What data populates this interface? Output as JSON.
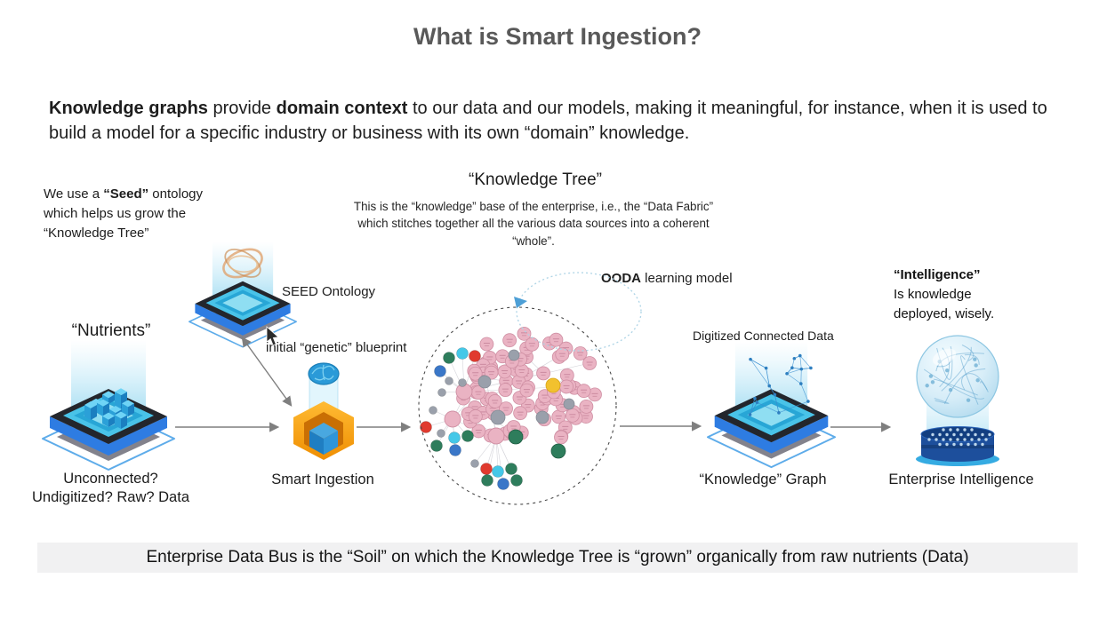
{
  "title": "What is Smart Ingestion?",
  "intro": {
    "b1": "Knowledge graphs",
    "t1": " provide ",
    "b2": "domain context",
    "t2": " to our data and our models, making it meaningful, for instance, when it is used to build a model for a specific industry or business with its own “domain” knowledge."
  },
  "seed_note": {
    "t1": "We use a ",
    "b1": "“Seed”",
    "t2": " ontology which helps us grow the “Knowledge Tree”"
  },
  "knowledge_tree": {
    "heading": "“Knowledge Tree”",
    "description": "This is the “knowledge” base of the enterprise, i.e., the “Data Fabric” which stitches together all the various data sources into a coherent “whole”."
  },
  "labels": {
    "seed_ontology": "SEED Ontology",
    "genetic_blueprint": "initial “genetic” blueprint",
    "ooda_bold": "OODA",
    "ooda_rest": " learning model",
    "digitized": "Digitized Connected Data",
    "nutrients": "“Nutrients”",
    "intelligence_bold": "“Intelligence”",
    "intelligence_l2": "Is knowledge",
    "intelligence_l3": "deployed, wisely."
  },
  "captions": {
    "raw_data_l1": "Unconnected?",
    "raw_data_l2": "Undigitized? Raw? Data",
    "smart_ingestion": "Smart Ingestion",
    "knowledge_graph": "“Knowledge” Graph",
    "enterprise_intelligence": "Enterprise Intelligence"
  },
  "footer": {
    "text": "Enterprise Data Bus is the “Soil” on which the Knowledge Tree is “grown” organically from raw nutrients (Data)"
  },
  "icons": {
    "nutrients": "data-platform-cubes-icon",
    "seed": "data-platform-ontology-ring-icon",
    "smart_ingestion": "open-cube-brain-icon",
    "knowledge_graph": "data-platform-network-icon",
    "enterprise_intelligence": "knowledge-sphere-pedestal-icon",
    "cursor": "mouse-pointer-icon",
    "network": "knowledge-graph-cluster",
    "ooda_loop": "dashed-loop-arrow"
  },
  "colors": {
    "title": "#595959",
    "platform_blue": "#2e7ce2",
    "platform_cyan": "#49c3e8",
    "cube_orange": "#f79c12",
    "cube_blue": "#2f95d8",
    "node_pink": "#eab3c3",
    "node_green": "#2e7d5c",
    "node_blue": "#3a77c8",
    "node_cyan": "#45c8e8",
    "node_red": "#e03a2e",
    "node_gray": "#9aa0ab",
    "node_yellow": "#f2c12e",
    "footer_bg": "#f1f1f2",
    "arrow_gray": "#7f7f7f"
  }
}
